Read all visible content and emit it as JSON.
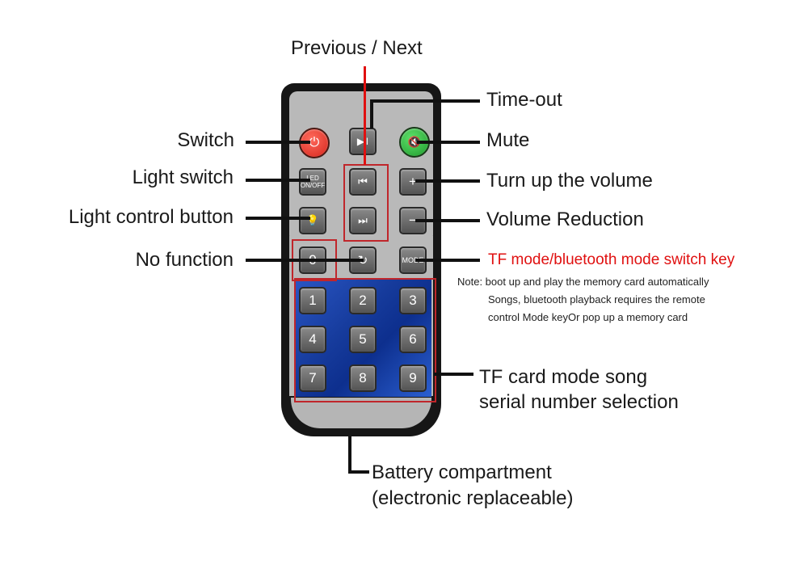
{
  "labels": {
    "previous_next": "Previous / Next",
    "time_out": "Time-out",
    "switch": "Switch",
    "mute": "Mute",
    "light_switch": "Light switch",
    "turn_up_volume": "Turn up the volume",
    "light_control": "Light control button",
    "volume_reduction": "Volume Reduction",
    "no_function": "No function",
    "tf_mode": "TF mode/bluetooth mode switch key",
    "song_selection_line1": "TF card mode song",
    "song_selection_line2": "serial number selection",
    "battery_line1": "Battery compartment",
    "battery_line2": "(electronic replaceable)"
  },
  "note": {
    "line1": "Note: boot up and play the memory card automatically",
    "line2": "Songs, bluetooth playback requires the remote",
    "line3": "control Mode keyOr pop up a memory card"
  },
  "buttons": {
    "play_pause": "▶‖",
    "led": "LED ON/OFF",
    "prev": "⏮",
    "next": "⏭",
    "plus": "+",
    "minus": "−",
    "zero": "0",
    "mode": "MODE",
    "power": "⏻",
    "mute": "🔇",
    "loop": "↻",
    "bulb": "💡",
    "n1": "1",
    "n2": "2",
    "n3": "3",
    "n4": "4",
    "n5": "5",
    "n6": "6",
    "n7": "7",
    "n8": "8",
    "n9": "9"
  },
  "colors": {
    "accent_red": "#e01010",
    "power_red": "#d5261c",
    "mute_green": "#1e9a2c",
    "panel_blue": "#163b9c"
  }
}
